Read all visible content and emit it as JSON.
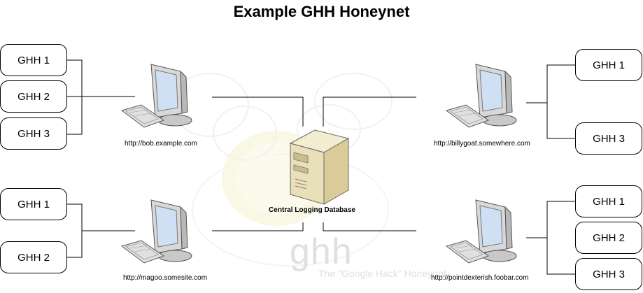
{
  "title": "Example GHH Honeynet",
  "database": {
    "label": "Central Logging Database",
    "icon": "server-icon"
  },
  "watermark": {
    "logo_text": "ghh",
    "tagline": "The \"Google Hack\" Honeypot"
  },
  "hosts": [
    {
      "url": "http://bob.example.com",
      "icon": "computer-icon",
      "honeypots": [
        "GHH 1",
        "GHH 2",
        "GHH 3"
      ]
    },
    {
      "url": "http://magoo.somesite.com",
      "icon": "computer-icon",
      "honeypots": [
        "GHH 1",
        "GHH 2"
      ]
    },
    {
      "url": "http://billygoat.somewhere.com",
      "icon": "computer-icon",
      "honeypots": [
        "GHH 1",
        "GHH 3"
      ]
    },
    {
      "url": "http://pointdexterish.foobar.com",
      "icon": "computer-icon",
      "honeypots": [
        "GHH 1",
        "GHH 2",
        "GHH 3"
      ]
    }
  ],
  "colors": {
    "line": "#000000",
    "screen": "#cfe0f4",
    "monitor": "#d8d8d8",
    "server": "#e9dfb8",
    "watermark": "#f1efc9"
  }
}
